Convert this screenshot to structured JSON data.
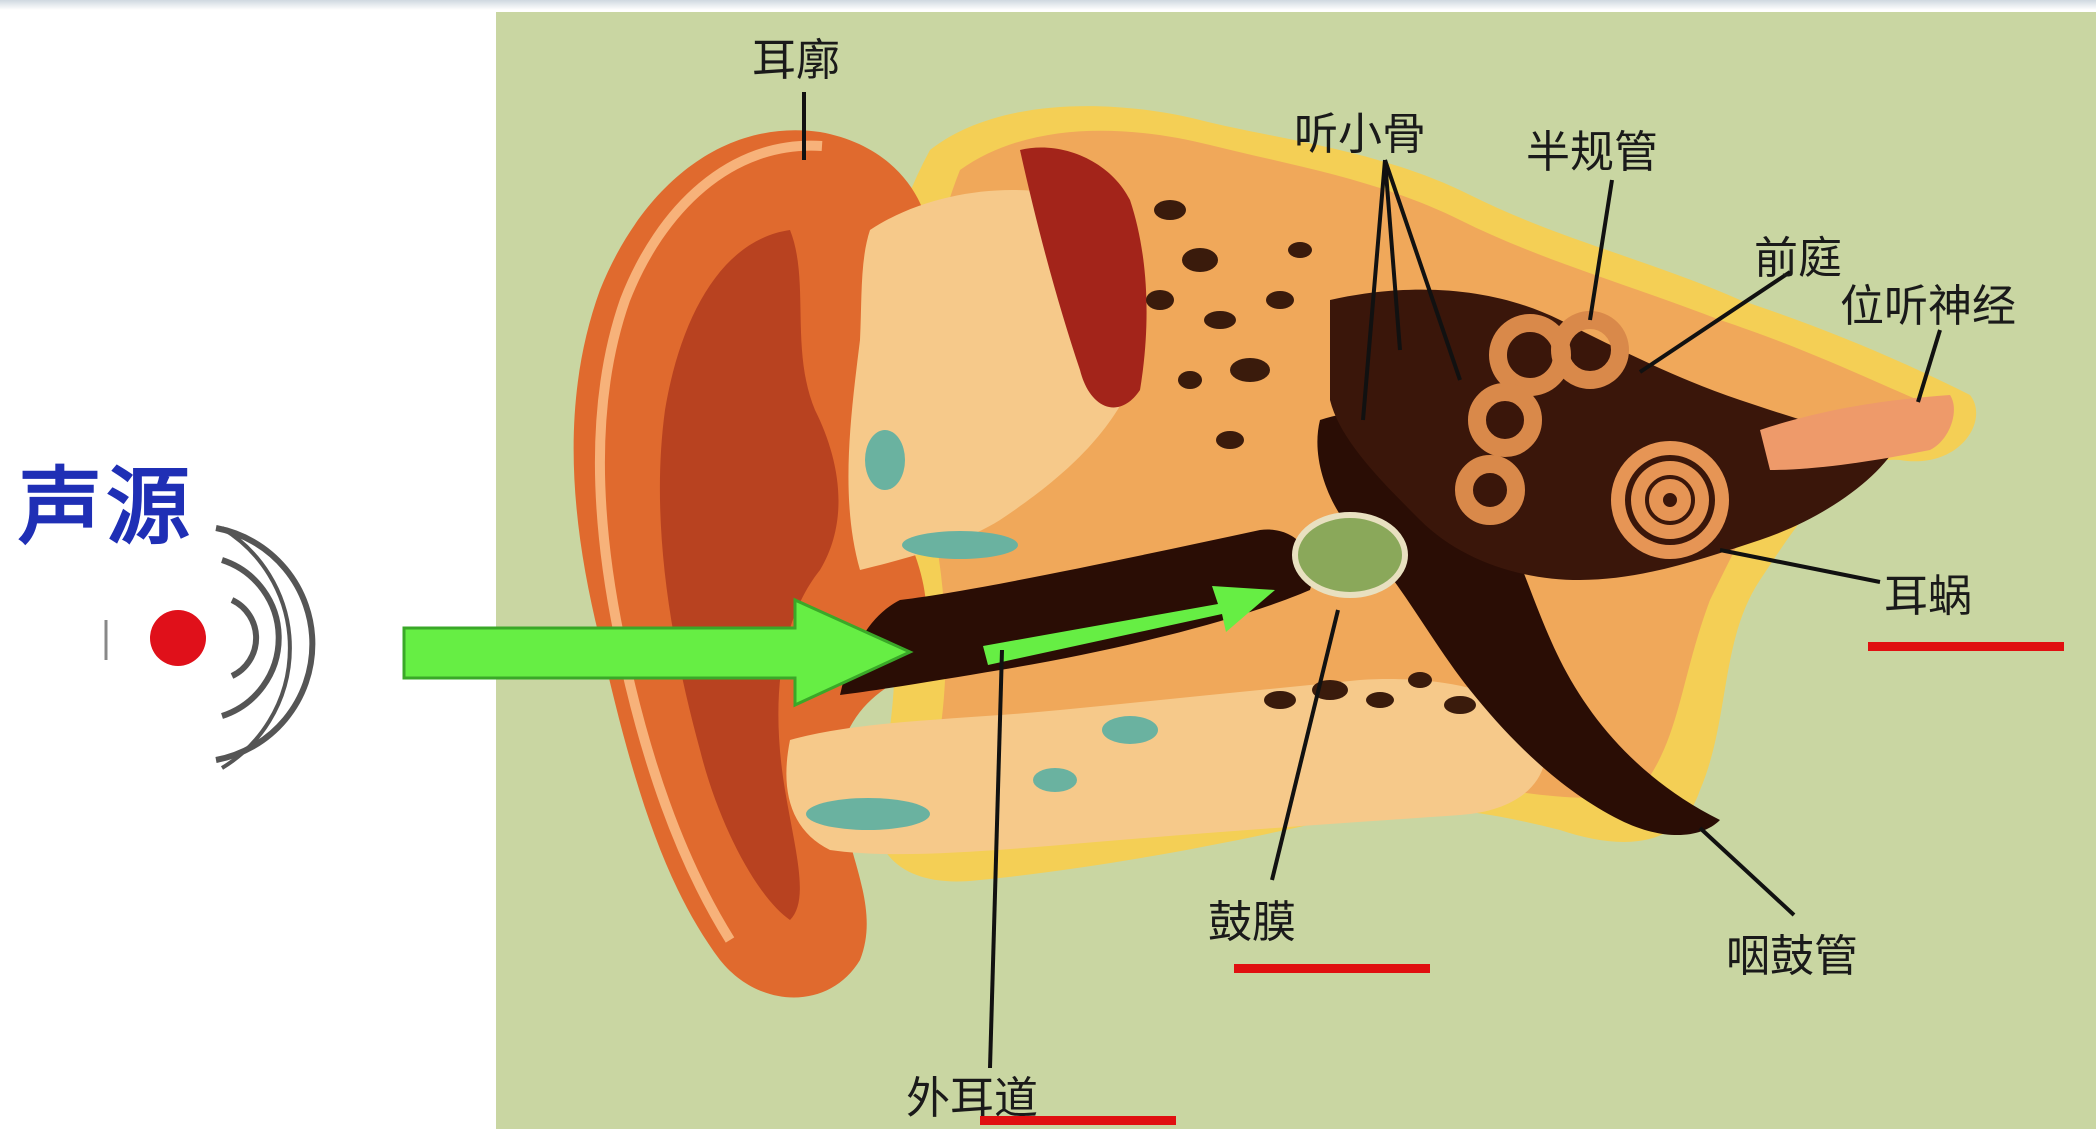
{
  "source": {
    "label": "声源",
    "dot_color": "#e0101a"
  },
  "arrow_color": "#66ee44",
  "underline_color": "#e01010",
  "labels": {
    "pinna": "耳廓",
    "ossicles": "听小骨",
    "semicircular_canals": "半规管",
    "vestibule": "前庭",
    "vestibulocochlear_nerve": "位听神经",
    "cochlea": "耳蜗",
    "eardrum": "鼓膜",
    "eustachian_tube": "咽鼓管",
    "ear_canal": "外耳道"
  }
}
